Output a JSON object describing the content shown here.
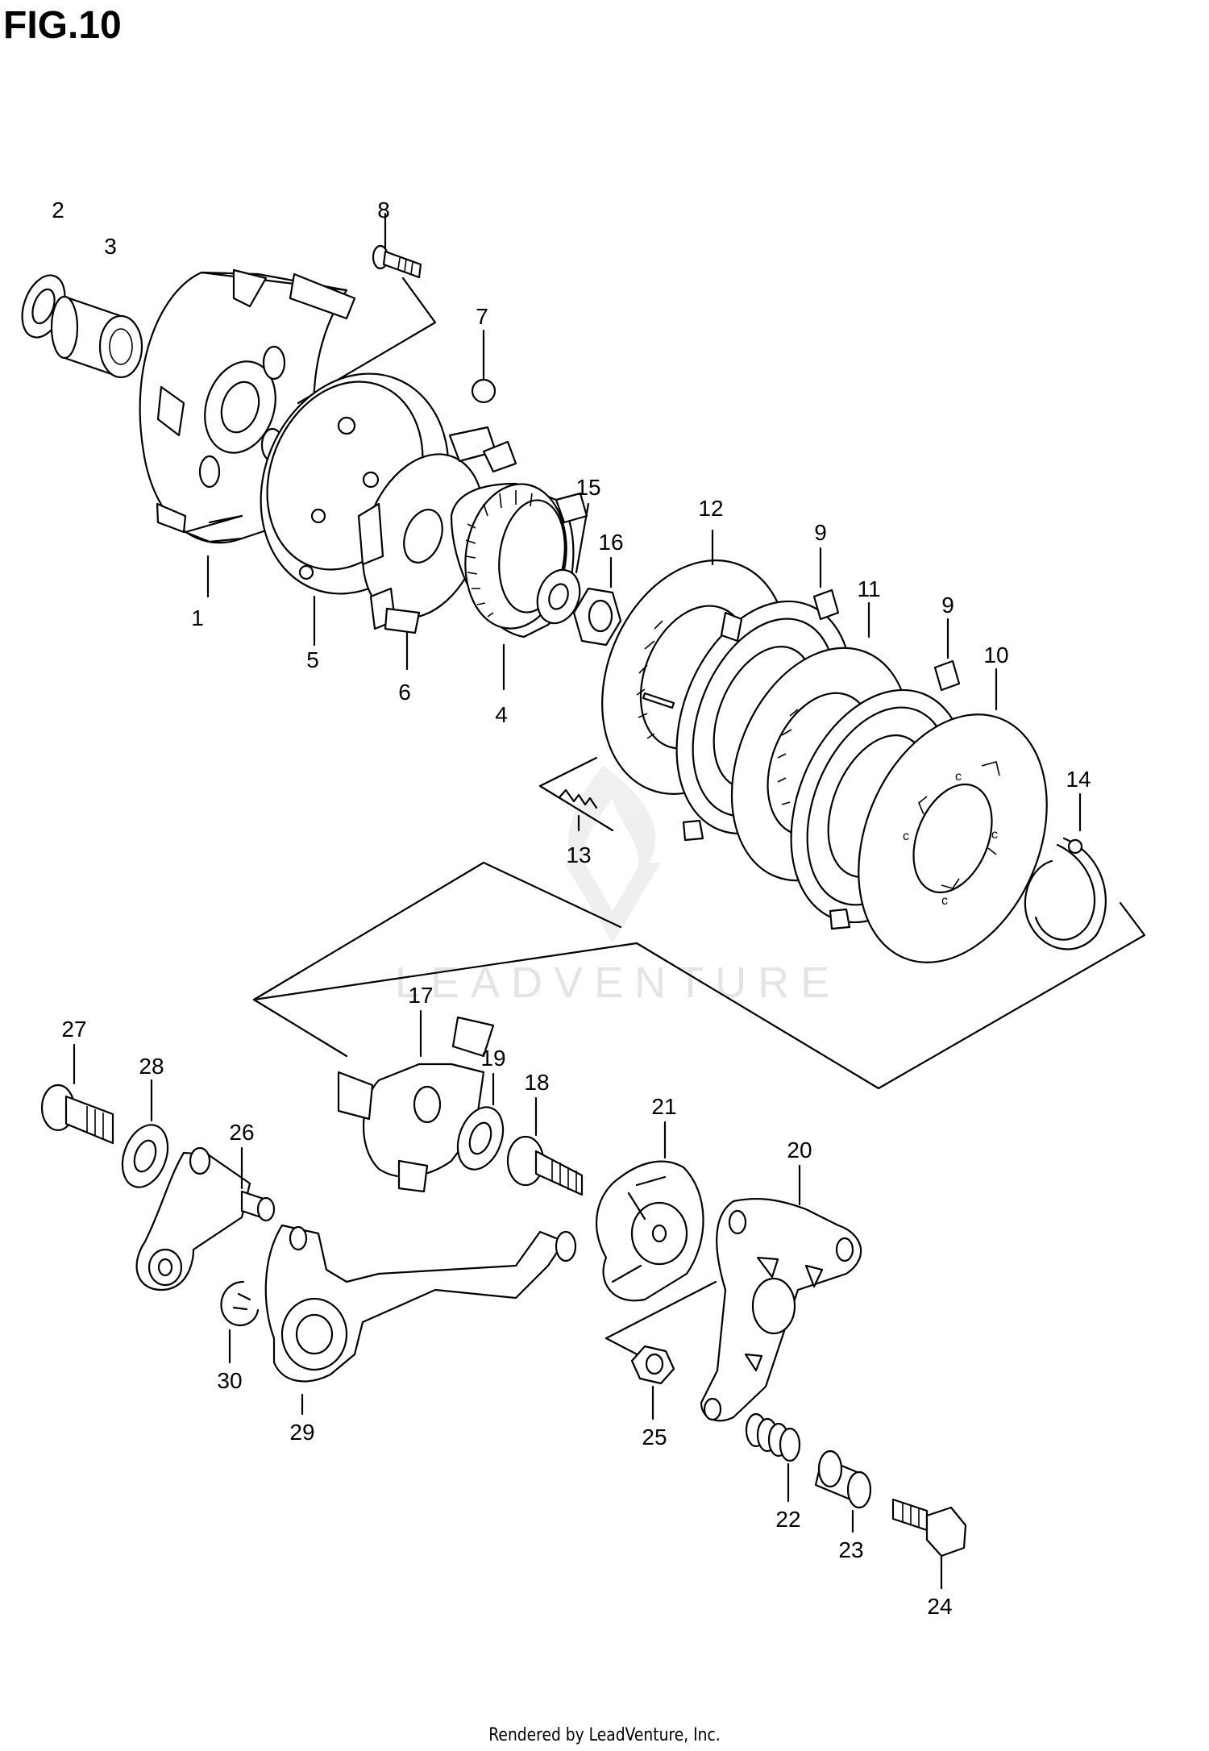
{
  "figure_title": "FIG.10",
  "footer": "Rendered by LeadVenture, Inc.",
  "watermark": "LEADVENTURE",
  "callouts": [
    "1",
    "2",
    "3",
    "4",
    "5",
    "6",
    "7",
    "8",
    "9",
    "9",
    "10",
    "11",
    "12",
    "13",
    "14",
    "15",
    "16",
    "17",
    "18",
    "19",
    "20",
    "21",
    "22",
    "23",
    "24",
    "25",
    "26",
    "27",
    "28",
    "29",
    "30"
  ]
}
